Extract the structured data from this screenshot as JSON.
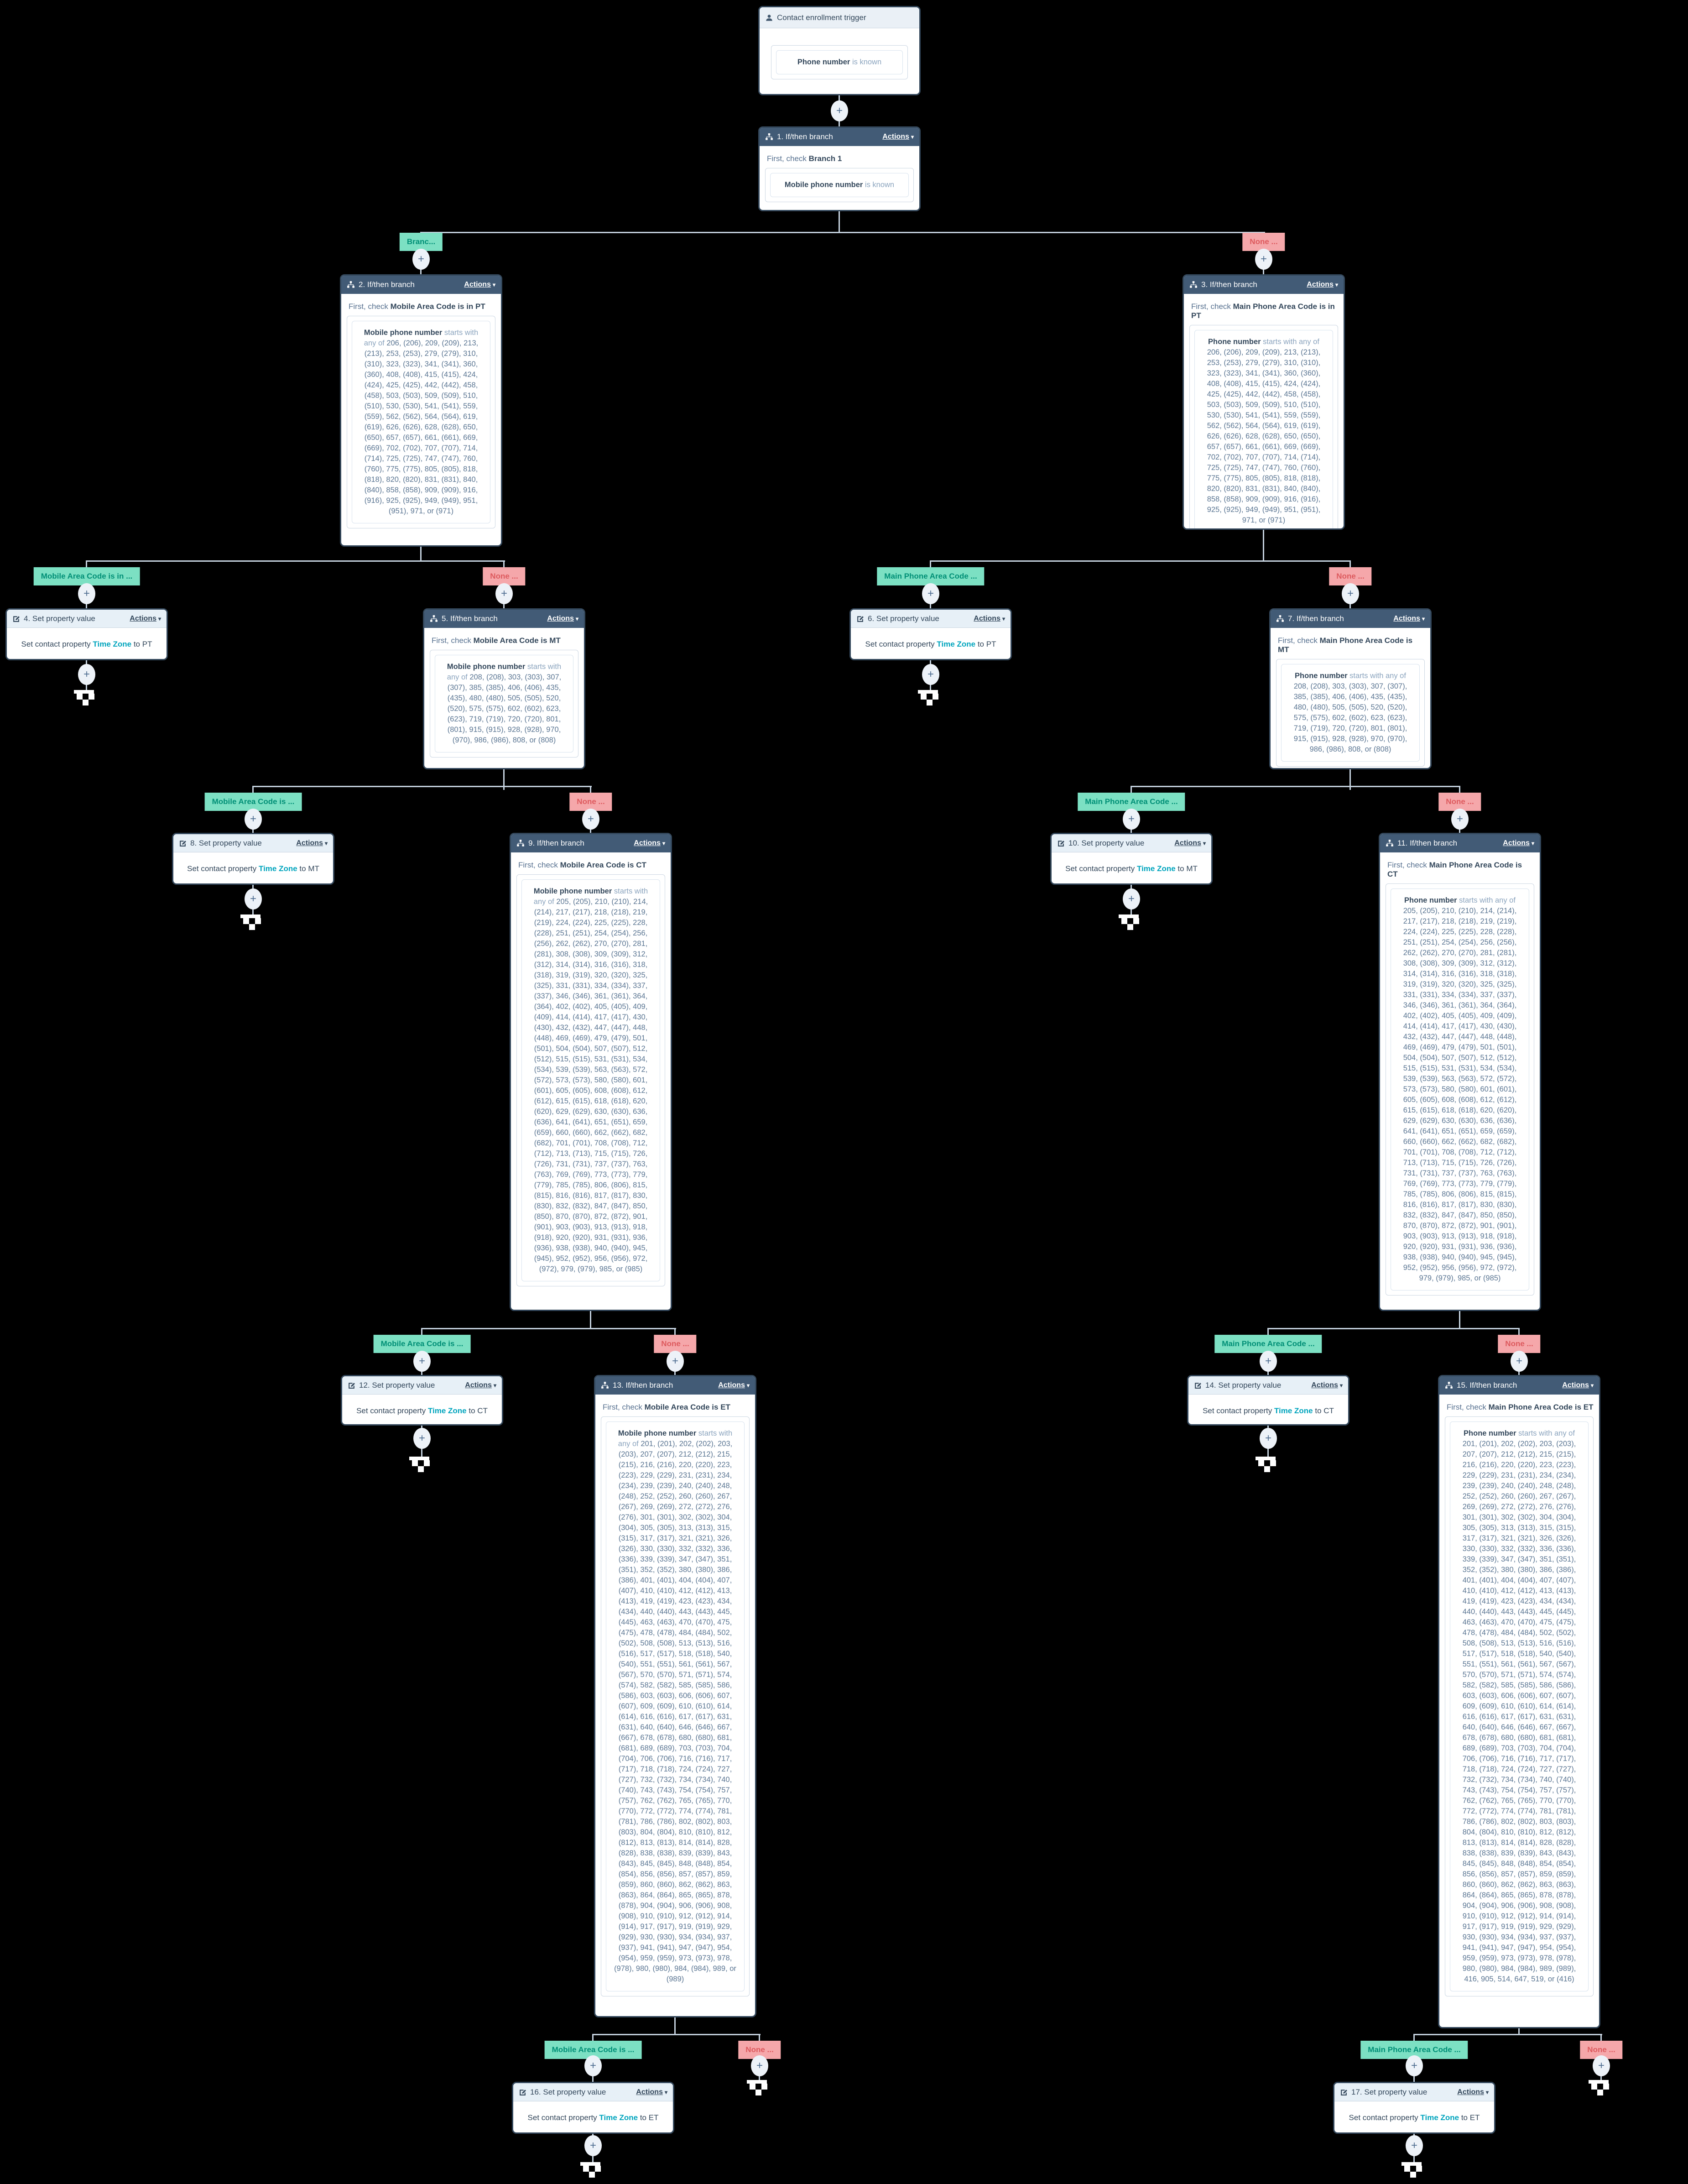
{
  "ui": {
    "actions": "Actions",
    "caret": "▾",
    "plus": "+",
    "first_check": "First, check "
  },
  "colors": {
    "branch_true_bg": "#7ce0c3",
    "branch_true_text": "#008f76",
    "branch_none_bg": "#f5a7aa",
    "branch_none_text": "#dd5a5e",
    "if_then_header": "#425b76",
    "set_header": "#e7f0f7",
    "link_accent": "#00a4bd",
    "connector": "#c6d3e0"
  },
  "labels": {
    "branch1": "Branc...",
    "none": "None ...",
    "mobile_in": "Mobile Area Code is in ...",
    "mobile_is": "Mobile Area Code is ...",
    "main_phone": "Main Phone Area Code ..."
  },
  "lists": {
    "pt": "206, (206), 209, (209), 213, (213), 253, (253), 279, (279), 310, (310), 323, (323), 341, (341), 360, (360), 408, (408), 415, (415), 424, (424), 425, (425), 442, (442), 458, (458), 503, (503), 509, (509), 510, (510), 530, (530), 541, (541), 559, (559), 562, (562), 564, (564), 619, (619), 626, (626), 628, (628), 650, (650), 657, (657), 661, (661), 669, (669), 702, (702), 707, (707), 714, (714), 725, (725), 747, (747), 760, (760), 775, (775), 805, (805), 818, (818), 820, (820), 831, (831), 840, (840), 858, (858), 909, (909), 916, (916), 925, (925), 949, (949), 951, (951), 971, or (971)",
    "mt": "208, (208), 303, (303), 307, (307), 385, (385), 406, (406), 435, (435), 480, (480), 505, (505), 520, (520), 575, (575), 602, (602), 623, (623), 719, (719), 720, (720), 801, (801), 915, (915), 928, (928), 970, (970), 986, (986), 808, or (808)",
    "ct": "205, (205), 210, (210), 214, (214), 217, (217), 218, (218), 219, (219), 224, (224), 225, (225), 228, (228), 251, (251), 254, (254), 256, (256), 262, (262), 270, (270), 281, (281), 308, (308), 309, (309), 312, (312), 314, (314), 316, (316), 318, (318), 319, (319), 320, (320), 325, (325), 331, (331), 334, (334), 337, (337), 346, (346), 361, (361), 364, (364), 402, (402), 405, (405), 409, (409), 414, (414), 417, (417), 430, (430), 432, (432), 447, (447), 448, (448), 469, (469), 479, (479), 501, (501), 504, (504), 507, (507), 512, (512), 515, (515), 531, (531), 534, (534), 539, (539), 563, (563), 572, (572), 573, (573), 580, (580), 601, (601), 605, (605), 608, (608), 612, (612), 615, (615), 618, (618), 620, (620), 629, (629), 630, (630), 636, (636), 641, (641), 651, (651), 659, (659), 660, (660), 662, (662), 682, (682), 701, (701), 708, (708), 712, (712), 713, (713), 715, (715), 726, (726), 731, (731), 737, (737), 763, (763), 769, (769), 773, (773), 779, (779), 785, (785), 806, (806), 815, (815), 816, (816), 817, (817), 830, (830), 832, (832), 847, (847), 850, (850), 870, (870), 872, (872), 901, (901), 903, (903), 913, (913), 918, (918), 920, (920), 931, (931), 936, (936), 938, (938), 940, (940), 945, (945), 952, (952), 956, (956), 972, (972), 979, (979), 985, or (985)",
    "et_mobile": "201, (201), 202, (202), 203, (203), 207, (207), 212, (212), 215, (215), 216, (216), 220, (220), 223, (223), 229, (229), 231, (231), 234, (234), 239, (239), 240, (240), 248, (248), 252, (252), 260, (260), 267, (267), 269, (269), 272, (272), 276, (276), 301, (301), 302, (302), 304, (304), 305, (305), 313, (313), 315, (315), 317, (317), 321, (321), 326, (326), 330, (330), 332, (332), 336, (336), 339, (339), 347, (347), 351, (351), 352, (352), 380, (380), 386, (386), 401, (401), 404, (404), 407, (407), 410, (410), 412, (412), 413, (413), 419, (419), 423, (423), 434, (434), 440, (440), 443, (443), 445, (445), 463, (463), 470, (470), 475, (475), 478, (478), 484, (484), 502, (502), 508, (508), 513, (513), 516, (516), 517, (517), 518, (518), 540, (540), 551, (551), 561, (561), 567, (567), 570, (570), 571, (571), 574, (574), 582, (582), 585, (585), 586, (586), 603, (603), 606, (606), 607, (607), 609, (609), 610, (610), 614, (614), 616, (616), 617, (617), 631, (631), 640, (640), 646, (646), 667, (667), 678, (678), 680, (680), 681, (681), 689, (689), 703, (703), 704, (704), 706, (706), 716, (716), 717, (717), 718, (718), 724, (724), 727, (727), 732, (732), 734, (734), 740, (740), 743, (743), 754, (754), 757, (757), 762, (762), 765, (765), 770, (770), 772, (772), 774, (774), 781, (781), 786, (786), 802, (802), 803, (803), 804, (804), 810, (810), 812, (812), 813, (813), 814, (814), 828, (828), 838, (838), 839, (839), 843, (843), 845, (845), 848, (848), 854, (854), 856, (856), 857, (857), 859, (859), 860, (860), 862, (862), 863, (863), 864, (864), 865, (865), 878, (878), 904, (904), 906, (906), 908, (908), 910, (910), 912, (912), 914, (914), 917, (917), 919, (919), 929, (929), 930, (930), 934, (934), 937, (937), 941, (941), 947, (947), 954, (954), 959, (959), 973, (973), 978, (978), 980, (980), 984, (984), 989, or (989)",
    "et_main": "201, (201), 202, (202), 203, (203), 207, (207), 212, (212), 215, (215), 216, (216), 220, (220), 223, (223), 229, (229), 231, (231), 234, (234), 239, (239), 240, (240), 248, (248), 252, (252), 260, (260), 267, (267), 269, (269), 272, (272), 276, (276), 301, (301), 302, (302), 304, (304), 305, (305), 313, (313), 315, (315), 317, (317), 321, (321), 326, (326), 330, (330), 332, (332), 336, (336), 339, (339), 347, (347), 351, (351), 352, (352), 380, (380), 386, (386), 401, (401), 404, (404), 407, (407), 410, (410), 412, (412), 413, (413), 419, (419), 423, (423), 434, (434), 440, (440), 443, (443), 445, (445), 463, (463), 470, (470), 475, (475), 478, (478), 484, (484), 502, (502), 508, (508), 513, (513), 516, (516), 517, (517), 518, (518), 540, (540), 551, (551), 561, (561), 567, (567), 570, (570), 571, (571), 574, (574), 582, (582), 585, (585), 586, (586), 603, (603), 606, (606), 607, (607), 609, (609), 610, (610), 614, (614), 616, (616), 617, (617), 631, (631), 640, (640), 646, (646), 667, (667), 678, (678), 680, (680), 681, (681), 689, (689), 703, (703), 704, (704), 706, (706), 716, (716), 717, (717), 718, (718), 724, (724), 727, (727), 732, (732), 734, (734), 740, (740), 743, (743), 754, (754), 757, (757), 762, (762), 765, (765), 770, (770), 772, (772), 774, (774), 781, (781), 786, (786), 802, (802), 803, (803), 804, (804), 810, (810), 812, (812), 813, (813), 814, (814), 828, (828), 838, (838), 839, (839), 843, (843), 845, (845), 848, (848), 854, (854), 856, (856), 857, (857), 859, (859), 860, (860), 862, (862), 863, (863), 864, (864), 865, (865), 878, (878), 904, (904), 906, (906), 908, (908), 910, (910), 912, (912), 914, (914), 917, (917), 919, (919), 929, (929), 930, (930), 934, (934), 937, (937), 941, (941), 947, (947), 954, (954), 959, (959), 973, (973), 978, (978), 980, (980), 984, (984), 989, (989), 416, 905, 514, 647, 519, or (416)"
  },
  "nodes": {
    "trigger": {
      "title": "Contact enrollment trigger",
      "prop": "Phone number",
      "verb": " is known"
    },
    "n1": {
      "title": "1. If/then branch",
      "check": "Branch 1",
      "prop": "Mobile phone number",
      "verb": " is known"
    },
    "n2": {
      "title": "2. If/then branch",
      "check": "Mobile Area Code is in PT",
      "prop": "Mobile phone number",
      "verb": " starts with any of "
    },
    "n3": {
      "title": "3. If/then branch",
      "check": "Main Phone Area Code is in PT",
      "prop": "Phone number",
      "verb": " starts with any of "
    },
    "n4": {
      "title": "4. Set property value",
      "prefix": "Set contact property ",
      "link": "Time Zone",
      "suffix": " to PT"
    },
    "n5": {
      "title": "5. If/then branch",
      "check": "Mobile Area Code is MT",
      "prop": "Mobile phone number",
      "verb": " starts with any of "
    },
    "n6": {
      "title": "6. Set property value",
      "prefix": "Set contact property ",
      "link": "Time Zone",
      "suffix": " to PT"
    },
    "n7": {
      "title": "7. If/then branch",
      "check": "Main Phone Area Code is MT",
      "prop": "Phone number",
      "verb": " starts with any of "
    },
    "n8": {
      "title": "8. Set property value",
      "prefix": "Set contact property ",
      "link": "Time Zone",
      "suffix": " to MT"
    },
    "n9": {
      "title": "9. If/then branch",
      "check": "Mobile Area Code is CT",
      "prop": "Mobile phone number",
      "verb": " starts with any of "
    },
    "n10": {
      "title": "10. Set property value",
      "prefix": "Set contact property ",
      "link": "Time Zone",
      "suffix": " to MT"
    },
    "n11": {
      "title": "11. If/then branch",
      "check": "Main Phone Area Code is CT",
      "prop": "Phone number",
      "verb": " starts with any of "
    },
    "n12": {
      "title": "12. Set property value",
      "prefix": "Set contact property ",
      "link": "Time Zone",
      "suffix": " to CT"
    },
    "n13": {
      "title": "13. If/then branch",
      "check": "Mobile Area Code is ET",
      "prop": "Mobile phone number",
      "verb": " starts with any of "
    },
    "n14": {
      "title": "14. Set property value",
      "prefix": "Set contact property ",
      "link": "Time Zone",
      "suffix": " to CT"
    },
    "n15": {
      "title": "15. If/then branch",
      "check": "Main Phone Area Code is ET",
      "prop": "Phone number",
      "verb": " starts with any of "
    },
    "n16": {
      "title": "16. Set property value",
      "prefix": "Set contact property ",
      "link": "Time Zone",
      "suffix": " to ET"
    },
    "n17": {
      "title": "17. Set property value",
      "prefix": "Set contact property ",
      "link": "Time Zone",
      "suffix": " to ET"
    }
  }
}
